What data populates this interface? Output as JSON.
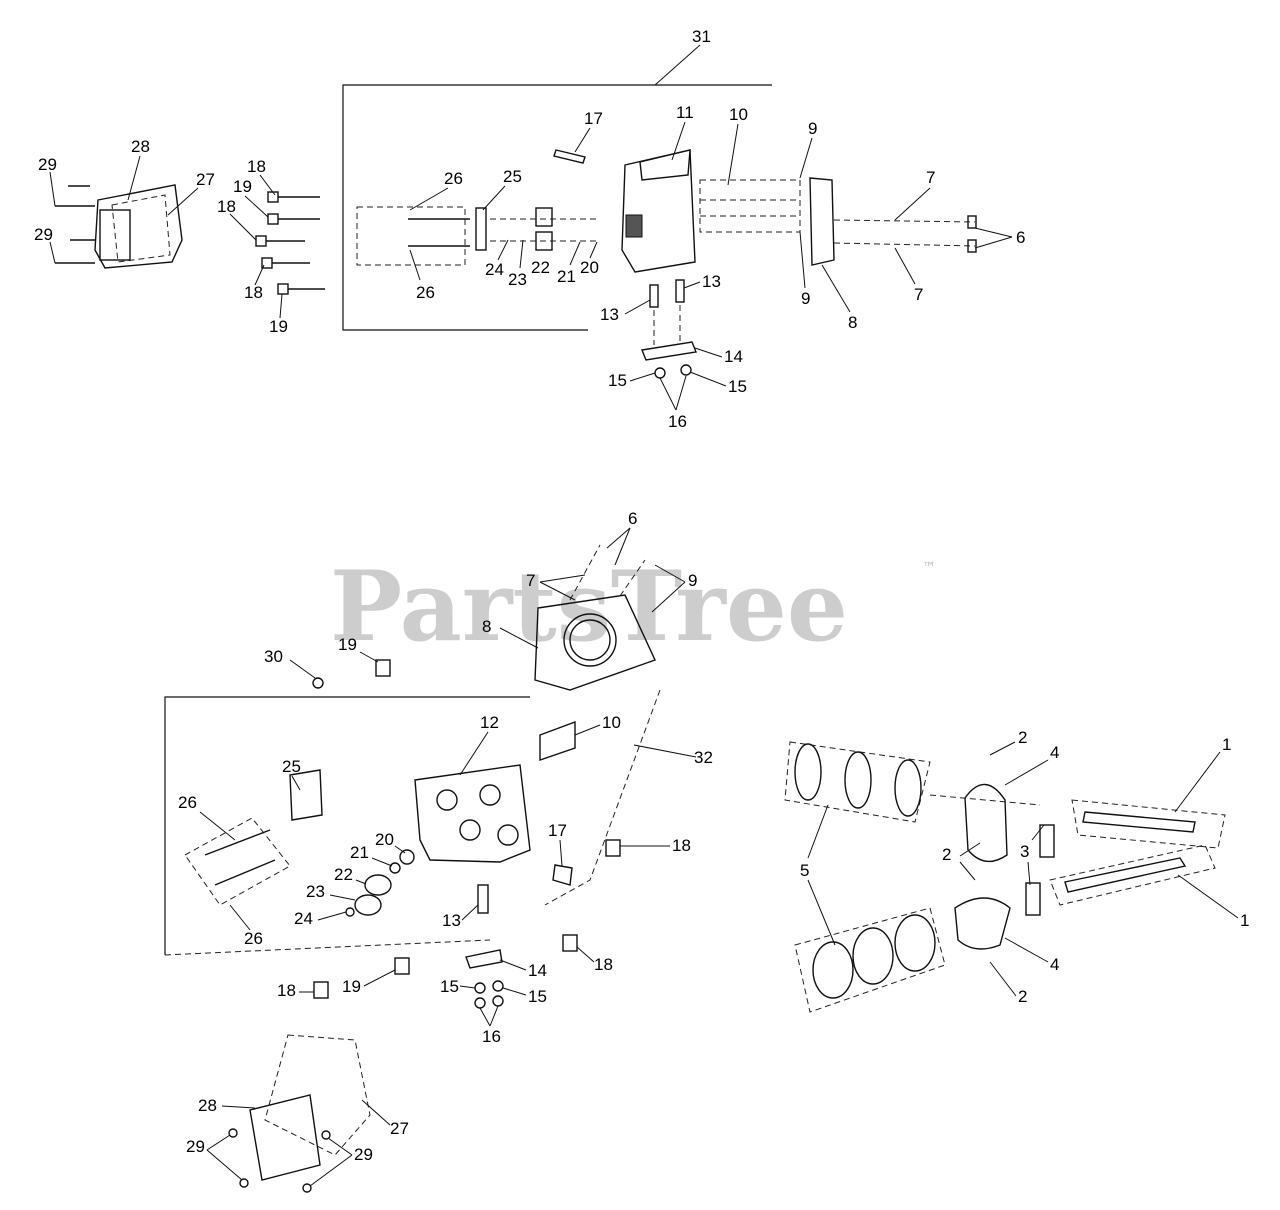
{
  "watermark": {
    "brand": "PartsTree",
    "trademark": "™"
  },
  "callouts": {
    "c31": "31",
    "c17a": "17",
    "c11": "11",
    "c10a": "10",
    "c9a": "9",
    "c28a": "28",
    "c27a": "27",
    "c29a": "29",
    "c29b": "29",
    "c18a": "18",
    "c19a": "19",
    "c18b": "18",
    "c18c": "18",
    "c19b": "19",
    "c26a": "26",
    "c25a": "25",
    "c26b": "26",
    "c24a": "24",
    "c23a": "23",
    "c22a": "22",
    "c21a": "21",
    "c20a": "20",
    "c7a": "7",
    "c6a": "6",
    "c7b": "7",
    "c9b": "9",
    "c8a": "8",
    "c13a": "13",
    "c13b": "13",
    "c14a": "14",
    "c15a": "15",
    "c15b": "15",
    "c16a": "16",
    "c6b": "6",
    "c7c": "7",
    "c9c": "9",
    "c8b": "8",
    "c30": "30",
    "c19c": "19",
    "c12": "12",
    "c10b": "10",
    "c32": "32",
    "c25b": "25",
    "c26c": "26",
    "c20b": "20",
    "c21b": "21",
    "c22b": "22",
    "c23b": "23",
    "c24b": "24",
    "c26d": "26",
    "c17b": "17",
    "c18d": "18",
    "c13c": "13",
    "c18e": "18",
    "c19d": "19",
    "c18f": "18",
    "c14b": "14",
    "c15c": "15",
    "c15d": "15",
    "c16b": "16",
    "c28b": "28",
    "c27b": "27",
    "c29c": "29",
    "c29d": "29",
    "c2a": "2",
    "c4a": "4",
    "c1a": "1",
    "c5": "5",
    "c2b": "2",
    "c3": "3",
    "c1b": "1",
    "c4b": "4",
    "c2c": "2"
  }
}
